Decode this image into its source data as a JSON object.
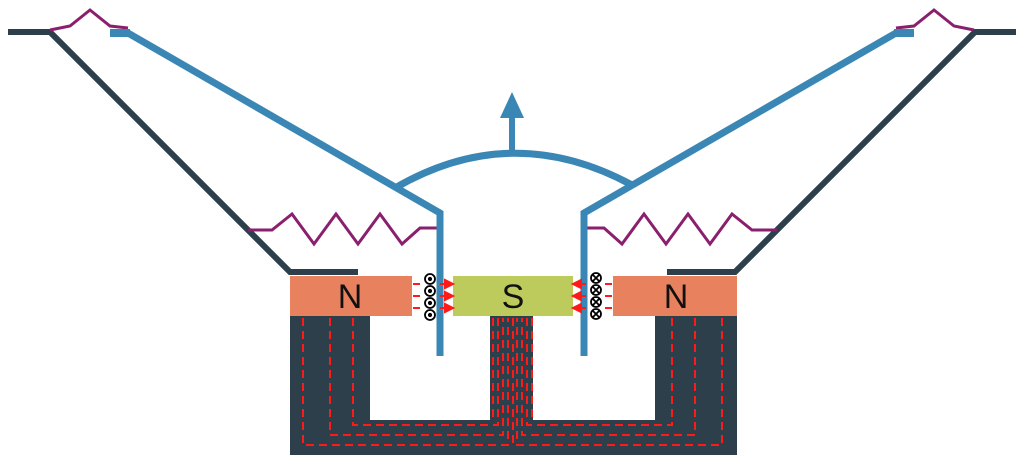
{
  "diagram": {
    "left_magnet_label": "N",
    "right_magnet_label": "N",
    "pole_piece_label": "S",
    "left_coil_current": "out-of-page",
    "right_coil_current": "into-page",
    "motion_direction": "up"
  },
  "colors": {
    "frame": "#2c3f4b",
    "cone": "#3a87b5",
    "surround": "#8a1f6e",
    "magnet": "#e8825e",
    "pole": "#bccb5c",
    "field": "#ff1a1a"
  }
}
